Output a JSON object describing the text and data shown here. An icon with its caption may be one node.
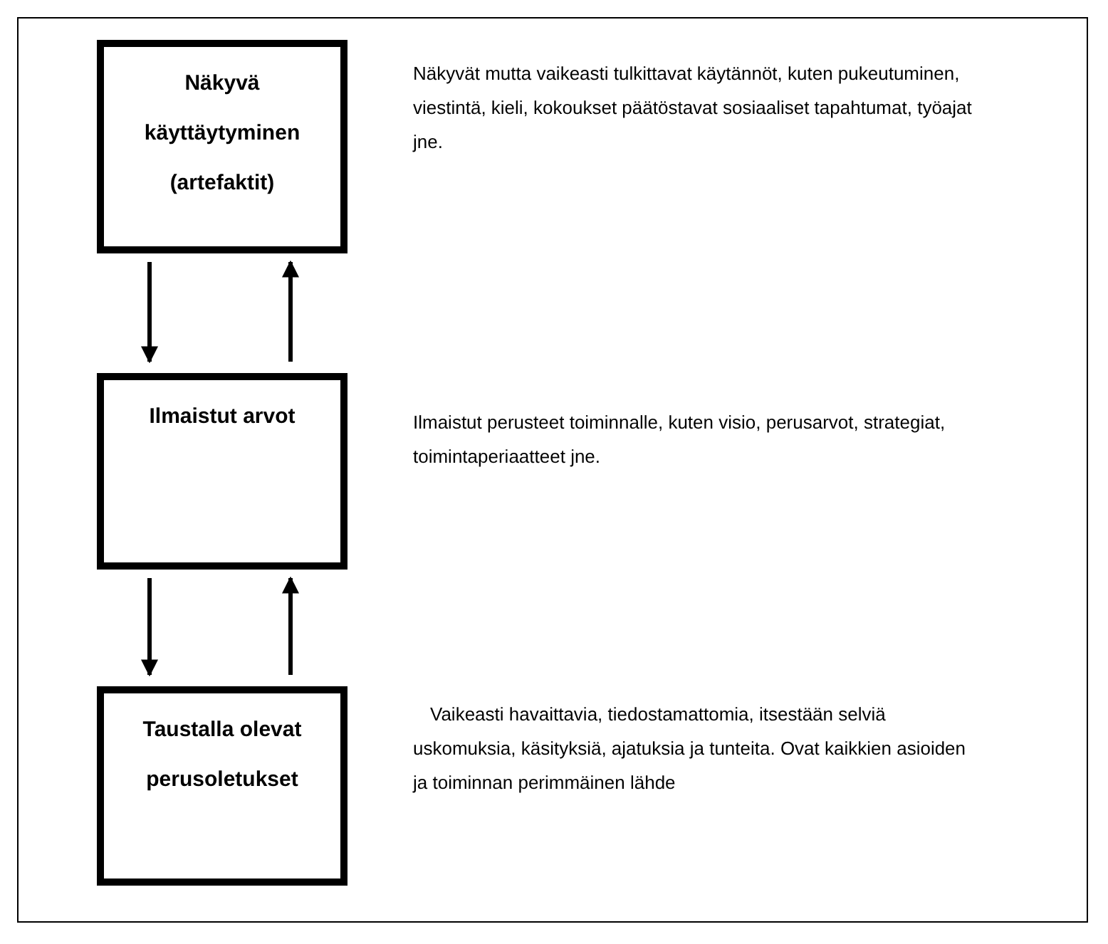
{
  "diagram": {
    "nodes": [
      {
        "text": [
          "Näkyvä käyttäytyminen (artefaktit)"
        ],
        "beside": [
          "Näkyvät mutta vaikeasti tulkittavat käytännöt, kuten pukeutuminen, viestintä, kieli, kokoukset päätöstavat sosiaaliset tapahtumat, työajat jne."
        ]
      },
      {
        "text": [
          "Ilmaistut arvot"
        ],
        "beside": [
          "Ilmaistut perusteet toiminnalle, kuten visio, perusarvot, strategiat, toimintaperiaatteet jne."
        ]
      },
      {
        "text": [
          "Taustalla olevat perusoletukset"
        ],
        "beside": [
          "Vaikeasti havaittavia, tiedostamattomia, itsestään selviä uskomuksia, käsityksiä, ajatuksia ja tunteita. Ovat kaikkien asioiden ja toiminnan perimmäinen lähde"
        ]
      }
    ],
    "edges": [
      {
        "from": 0,
        "to": 1,
        "arrow": "to"
      },
      {
        "from": 1,
        "to": 0,
        "arrow": "to"
      },
      {
        "from": 1,
        "to": 2,
        "arrow": "to"
      },
      {
        "from": 2,
        "to": 1,
        "arrow": "to"
      }
    ]
  }
}
